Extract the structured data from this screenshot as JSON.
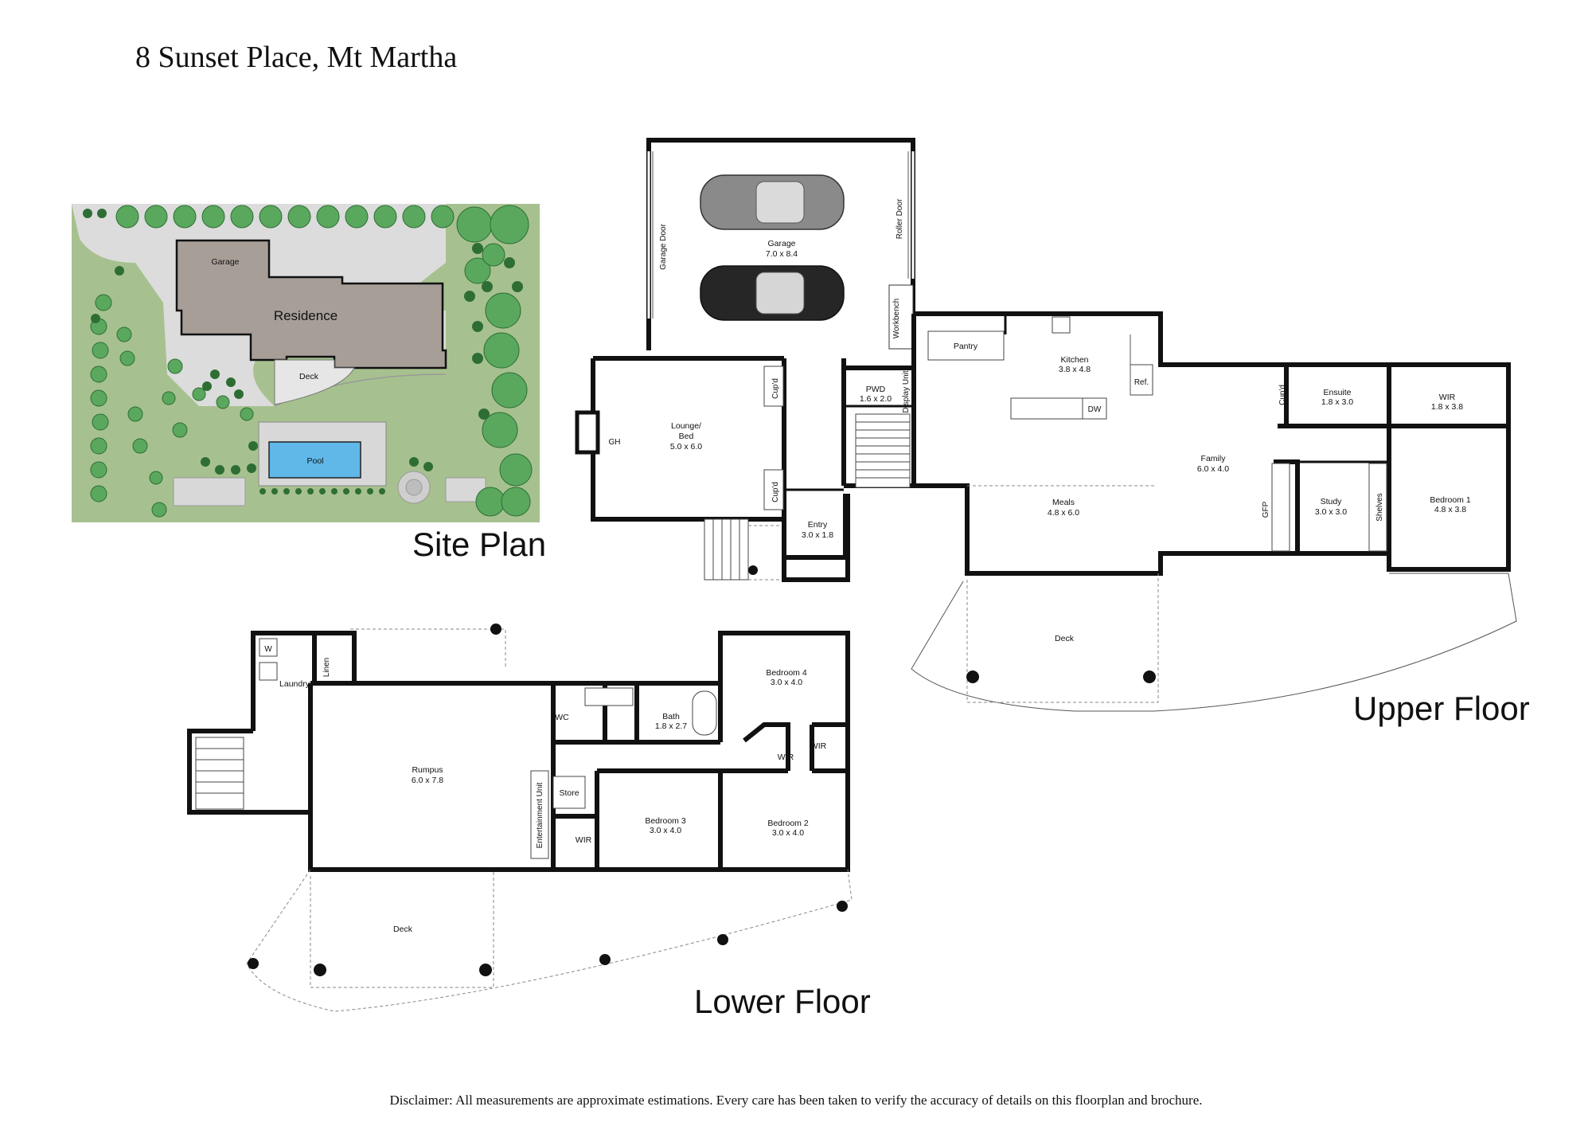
{
  "title": "8 Sunset Place, Mt Martha",
  "section_labels": {
    "site_plan": "Site Plan",
    "upper_floor": "Upper Floor",
    "lower_floor": "Lower Floor"
  },
  "site_plan": {
    "garage": "Garage",
    "residence": "Residence",
    "deck": "Deck",
    "pool": "Pool"
  },
  "upper": {
    "garage": {
      "name": "Garage",
      "dim": "7.0 x 8.4"
    },
    "garage_door": "Garage Door",
    "roller_door": "Roller Door",
    "workbench": "Workbench",
    "pantry": "Pantry",
    "kitchen": {
      "name": "Kitchen",
      "dim": "3.8 x 4.8"
    },
    "ref": "Ref.",
    "dw": "DW",
    "pwd": {
      "name": "PWD",
      "dim": "1.6 x 2.0"
    },
    "display_unit": "Display Unit",
    "lounge": {
      "name": "Lounge/",
      "name2": "Bed",
      "dim": "5.0 x 6.0"
    },
    "gh": "GH",
    "cupd_top": "Cup'd",
    "cupd_bottom": "Cup'd",
    "entry": {
      "name": "Entry",
      "dim": "3.0 x 1.8"
    },
    "meals": {
      "name": "Meals",
      "dim": "4.8 x 6.0"
    },
    "family": {
      "name": "Family",
      "dim": "6.0 x 4.0"
    },
    "cupd_ensuite": "Cup'd",
    "ensuite": {
      "name": "Ensuite",
      "dim": "1.8 x 3.0"
    },
    "wir": {
      "name": "WIR",
      "dim": "1.8 x 3.8"
    },
    "gfp": "GFP",
    "study": {
      "name": "Study",
      "dim": "3.0 x 3.0"
    },
    "shelves": "Shelves",
    "bedroom1": {
      "name": "Bedroom 1",
      "dim": "4.8 x 3.8"
    },
    "deck": "Deck"
  },
  "lower": {
    "w": "W",
    "laundry": "Laundry",
    "linen": "Linen",
    "rumpus": {
      "name": "Rumpus",
      "dim": "6.0 x 7.8"
    },
    "wc": "WC",
    "bath": {
      "name": "Bath",
      "dim": "1.8 x 2.7"
    },
    "bedroom4": {
      "name": "Bedroom 4",
      "dim": "3.0 x 4.0"
    },
    "wir_b4": "WIR",
    "wir_b2": "WIR",
    "store": "Store",
    "entertainment_unit": "Entertainment Unit",
    "wir_b3": "WIR",
    "bedroom3": {
      "name": "Bedroom 3",
      "dim": "3.0 x 4.0"
    },
    "bedroom2": {
      "name": "Bedroom 2",
      "dim": "3.0 x 4.0"
    },
    "deck": "Deck"
  },
  "disclaimer": "Disclaimer: All measurements are approximate estimations. Every care has been taken to verify the accuracy of details on this floorplan and brochure.",
  "colors": {
    "wall": "#111111",
    "lawn": "#a6c18f",
    "paving": "#dcdcdc",
    "residence_roof": "#a89e98",
    "tree": "#5aa85e",
    "tree_dark": "#2e6e34",
    "pool_water": "#5fb8e8"
  }
}
